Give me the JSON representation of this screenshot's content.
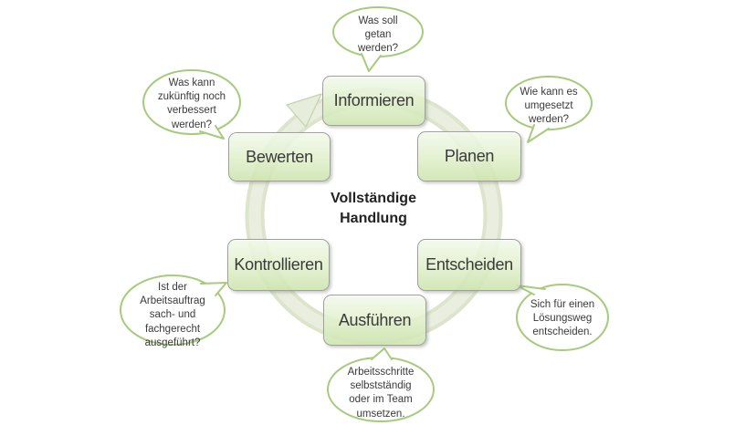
{
  "diagram": {
    "center_label": "Vollständige\nHandlung",
    "steps": [
      {
        "id": "informieren",
        "label": "Informieren"
      },
      {
        "id": "planen",
        "label": "Planen"
      },
      {
        "id": "entscheiden",
        "label": "Entscheiden"
      },
      {
        "id": "ausfuehren",
        "label": "Ausführen"
      },
      {
        "id": "kontrollieren",
        "label": "Kontrollieren"
      },
      {
        "id": "bewerten",
        "label": "Bewerten"
      }
    ],
    "bubbles": [
      {
        "position": "top",
        "relates_to": "Informieren",
        "text": "Was soll\ngetan\nwerden?"
      },
      {
        "position": "top-right",
        "relates_to": "Planen",
        "text": "Wie kann es\numgesetzt\nwerden?"
      },
      {
        "position": "top-left",
        "relates_to": "Bewerten",
        "text": "Was kann\nzukünftig noch\nverbessert\nwerden?"
      },
      {
        "position": "bottom-left",
        "relates_to": "Kontrollieren",
        "text": "Ist der\nArbeitsauftrag\nsach- und\nfachgerecht\nausgeführt?"
      },
      {
        "position": "bottom",
        "relates_to": "Ausführen",
        "text": "Arbeitsschritte\nselbstständig\noder im Team\numsetzen."
      },
      {
        "position": "bottom-right",
        "relates_to": "Entscheiden",
        "text": "Sich für einen\nLösungsweg\nentscheiden."
      }
    ]
  },
  "colors": {
    "box-fill-top": "#f2f9ea",
    "box-fill-bottom": "#cde4af",
    "box-border": "#9f9f9f",
    "bubble-border": "#a6cb7c",
    "ring-outer": "#dce5cc",
    "ring-inner": "#e9eedf",
    "arrow-fill": "#e6eedb",
    "arrow-border": "#c4d2b0",
    "text": "#3a3a3a"
  }
}
